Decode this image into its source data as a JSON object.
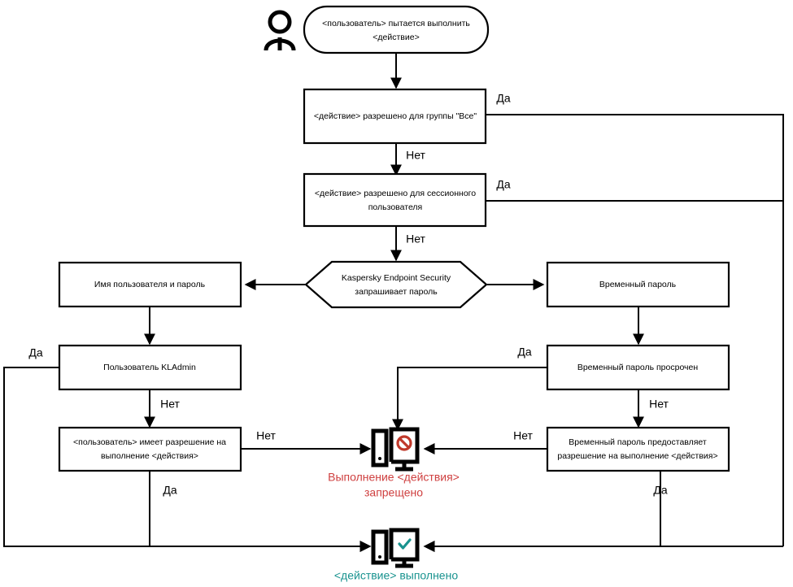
{
  "diagram": {
    "title": "Kaspersky Endpoint Security password access flowchart",
    "colors": {
      "stroke": "#000000",
      "deny": "#cf4040",
      "allow": "#19938f",
      "background": "#ffffff"
    },
    "actor": {
      "icon": "person-icon"
    },
    "nodes": {
      "start": {
        "label": "<пользователь> пытается выполнить <действие>",
        "line1": "<пользователь> пытается выполнить",
        "line2": "<действие>",
        "shape": "rounded"
      },
      "allowed_for_everyone": {
        "label": "<действие> разрешено для группы \"Все\"",
        "line1": "<действие> разрешено для группы \"Все\"",
        "shape": "rect"
      },
      "allowed_for_session_user": {
        "label": "<действие> разрешено для сессионного пользователя",
        "line1": "<действие> разрешено для сессионного",
        "line2": "пользователя",
        "shape": "rect"
      },
      "kes_requests_password": {
        "label": "Kaspersky Endpoint Security запрашивает пароль",
        "line1": "Kaspersky Endpoint Security",
        "line2": "запрашивает пароль",
        "shape": "hexagon"
      },
      "username_password": {
        "label": "Имя пользователя и пароль",
        "line1": "Имя пользователя и пароль",
        "shape": "rect"
      },
      "temp_password": {
        "label": "Временный пароль",
        "line1": "Временный пароль",
        "shape": "rect"
      },
      "kladmin_user": {
        "label": "Пользователь KLAdmin",
        "line1": "Пользователь KLAdmin",
        "shape": "rect"
      },
      "temp_password_expired": {
        "label": "Временный пароль просрочен",
        "line1": "Временный пароль просрочен",
        "shape": "rect"
      },
      "user_has_permission": {
        "label": "<пользователь> имеет разрешение на выполнение <действия>",
        "line1": "<пользователь> имеет разрешение на",
        "line2": "выполнение <действия>",
        "shape": "rect"
      },
      "temp_password_grants": {
        "label": "Временный пароль предоставляет разрешение на выполнение <действия>",
        "line1": "Временный пароль предоставляет",
        "line2": "разрешение на выполнение <действия>",
        "shape": "rect"
      }
    },
    "outcomes": {
      "denied": {
        "icon": "monitor-blocked-icon",
        "line1": "Выполнение <действия>",
        "line2": "запрещено",
        "color": "#cf4040"
      },
      "performed": {
        "icon": "monitor-check-icon",
        "line1": "<действие> выполнено",
        "color": "#19938f"
      }
    },
    "edge_labels": {
      "yes": "Да",
      "no": "Нет",
      "everyone_yes": "Да",
      "everyone_no": "Нет",
      "session_yes": "Да",
      "session_no": "Нет",
      "kladmin_yes": "Да",
      "kladmin_no": "Нет",
      "permission_no": "Нет",
      "permission_yes": "Да",
      "expired_yes": "Да",
      "expired_no": "Нет",
      "grants_no": "Нет",
      "grants_yes": "Да"
    }
  }
}
